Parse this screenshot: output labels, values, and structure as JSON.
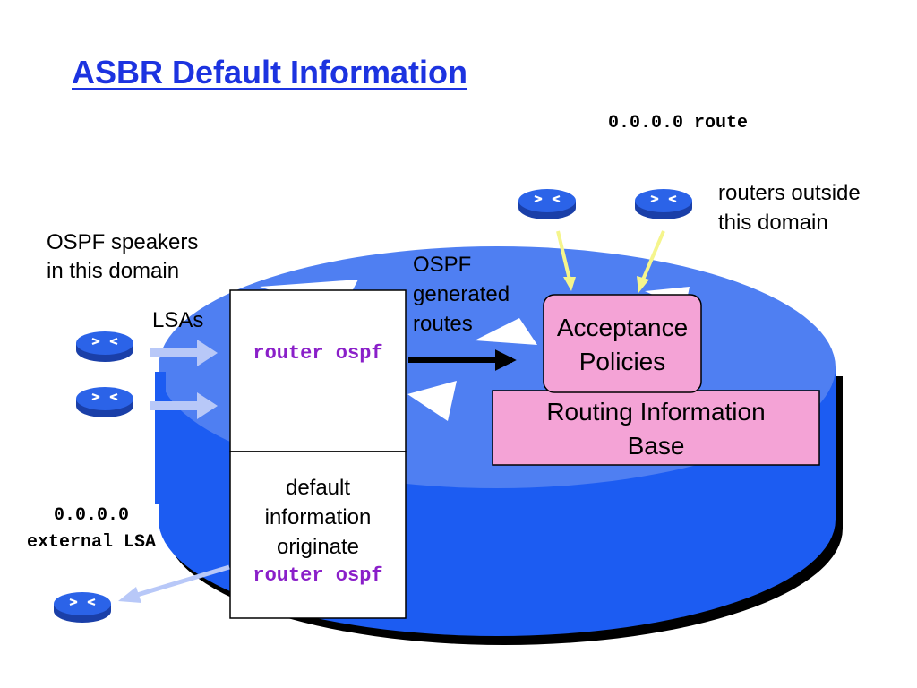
{
  "title": "ASBR Default Information",
  "route_label": {
    "addr": "0.0.0.0",
    "word": "route"
  },
  "routers_outside": [
    "routers outside",
    "this domain"
  ],
  "ospf_speakers": [
    "OSPF speakers",
    "in this domain"
  ],
  "lsas": "LSAs",
  "ospf_generated": [
    "OSPF",
    "generated",
    "routes"
  ],
  "router_box": {
    "command": "router ospf"
  },
  "default_box": {
    "lines": [
      "default",
      "information",
      "originate"
    ],
    "command": "router ospf"
  },
  "acceptance": [
    "Acceptance",
    "Policies"
  ],
  "rib": [
    "Routing Information",
    "Base"
  ],
  "external_lsa": {
    "addr": "0.0.0.0",
    "label": "external LSA"
  },
  "colors": {
    "title": "#1c33e0",
    "disk_top": "#4f7ff2",
    "disk_side": "#1c5cf2",
    "command": "#8a1fc9",
    "policy_fill": "#f4a3d6",
    "lsa_arrow": "#b8c8f8",
    "yellow_arrow": "#f5f58c"
  }
}
